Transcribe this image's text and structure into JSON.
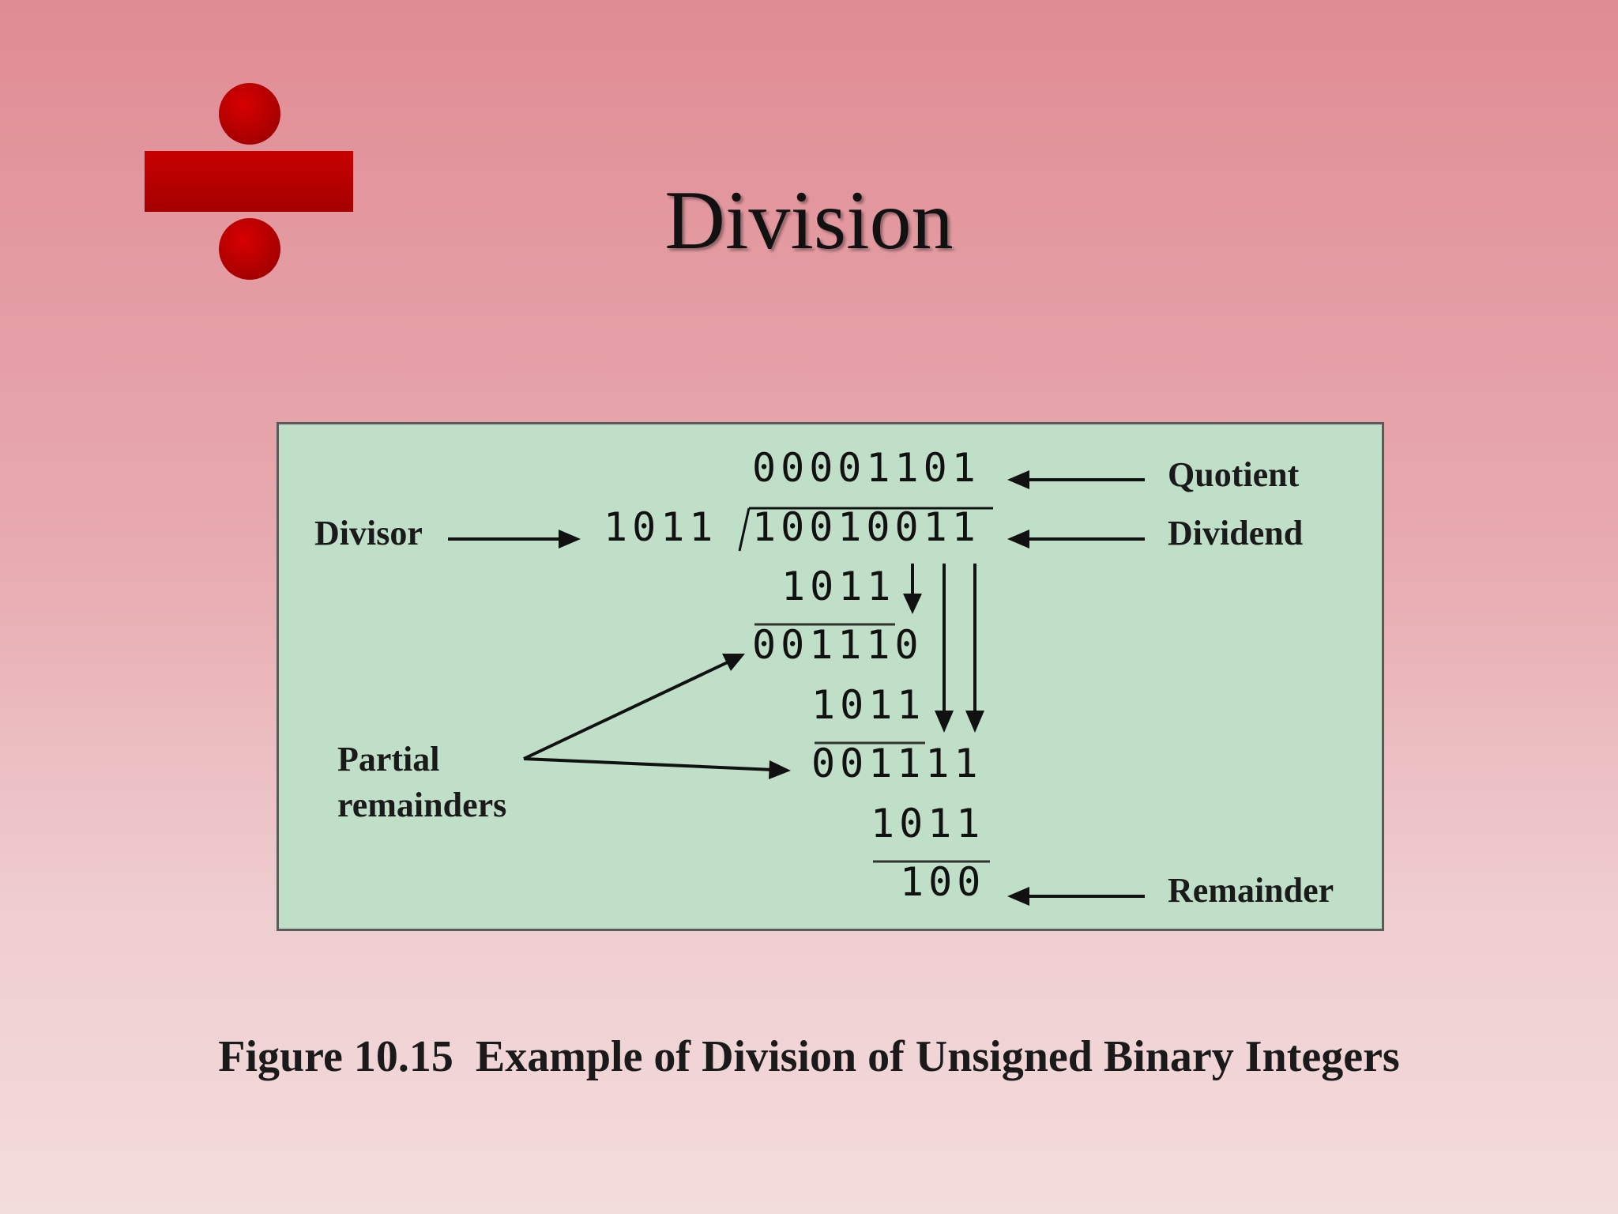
{
  "slide": {
    "title": "Division",
    "icon": "division-sign-icon",
    "accent_color": "#c00000"
  },
  "diagram": {
    "quotient": "00001101",
    "divisor": "1011",
    "dividend": "10010011",
    "steps": [
      {
        "subtrahend": "1011",
        "partial_remainder": "001110"
      },
      {
        "subtrahend": "1011",
        "partial_remainder": "001111"
      },
      {
        "subtrahend": "1011",
        "partial_remainder": "100"
      }
    ],
    "labels": {
      "quotient": "Quotient",
      "dividend": "Dividend",
      "divisor": "Divisor",
      "partial_line1": "Partial",
      "partial_line2": "remainders",
      "remainder": "Remainder"
    },
    "background_color": "#c0dfc8"
  },
  "caption": "Figure 10.15  Example of Division of Unsigned Binary Integers"
}
